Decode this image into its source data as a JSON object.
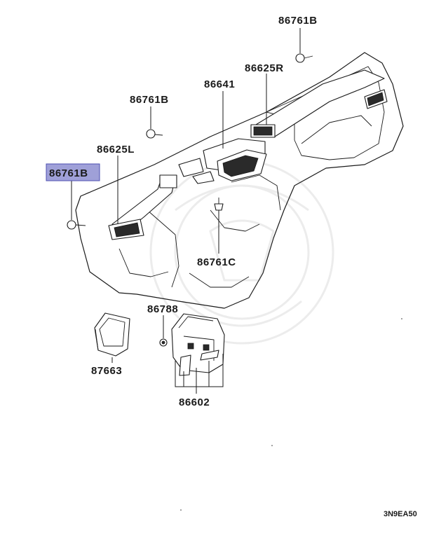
{
  "labels": {
    "bolt_top": "86761B",
    "duct_right": "86625R",
    "center_duct": "86641",
    "bolt_upper_left": "86761B",
    "duct_left": "86625L",
    "bolt_highlighted": "86761B",
    "bolt_center": "86761C",
    "grommet": "86788",
    "cover": "87663",
    "switch_panel": "86602"
  },
  "diagram_code": "3N9EA50",
  "colors": {
    "highlight_fill": "#9fa0d8",
    "highlight_border": "#4c4fb2",
    "line": "#1a1a1a"
  }
}
